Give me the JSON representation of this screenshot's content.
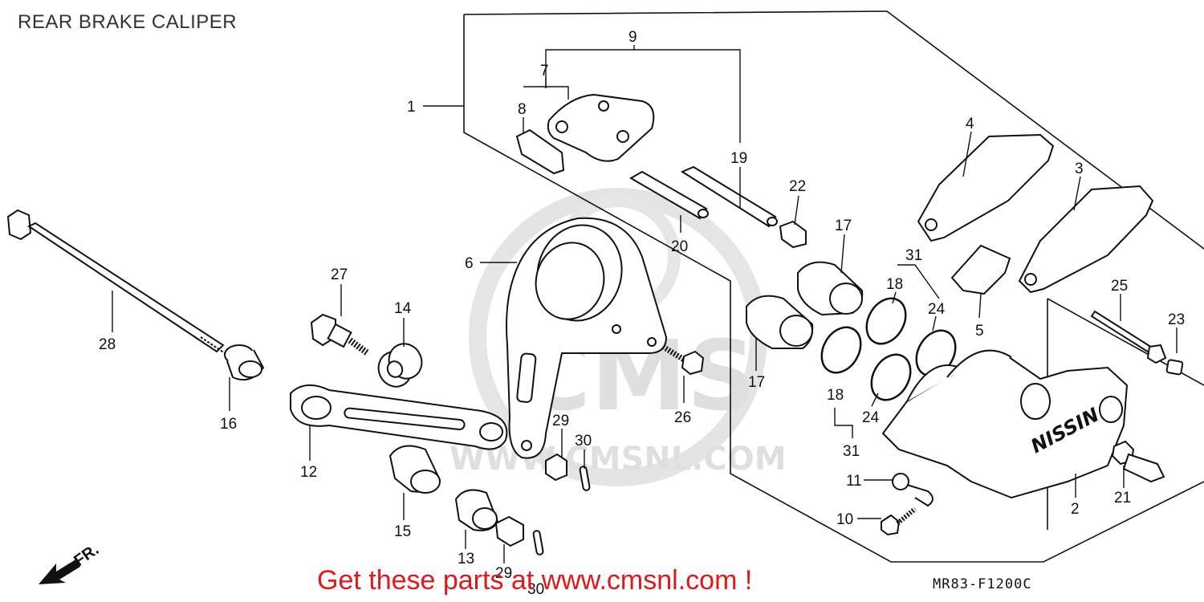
{
  "title": "REAR BRAKE CALIPER",
  "promo": "Get these parts at www.cmsnl.com !",
  "diagram_code": "MR83-F1200C",
  "watermark": {
    "brand": "CMS",
    "site": "WWW.CMSNL.COM"
  },
  "direction": "FR.",
  "callouts": {
    "p1": "1",
    "p2": "2",
    "p3": "3",
    "p4": "4",
    "p5": "5",
    "p6": "6",
    "p7": "7",
    "p8": "8",
    "p9": "9",
    "p10": "10",
    "p11": "11",
    "p12": "12",
    "p13": "13",
    "p14": "14",
    "p15": "15",
    "p16": "16",
    "p17a": "17",
    "p17b": "17",
    "p18a": "18",
    "p18b": "18",
    "p19": "19",
    "p20": "20",
    "p21": "21",
    "p22": "22",
    "p23": "23",
    "p24a": "24",
    "p24b": "24",
    "p25": "25",
    "p26": "26",
    "p27": "27",
    "p28": "28",
    "p29a": "29",
    "p29b": "29",
    "p30a": "30",
    "p30b": "30",
    "p31a": "31",
    "p31b": "31"
  }
}
